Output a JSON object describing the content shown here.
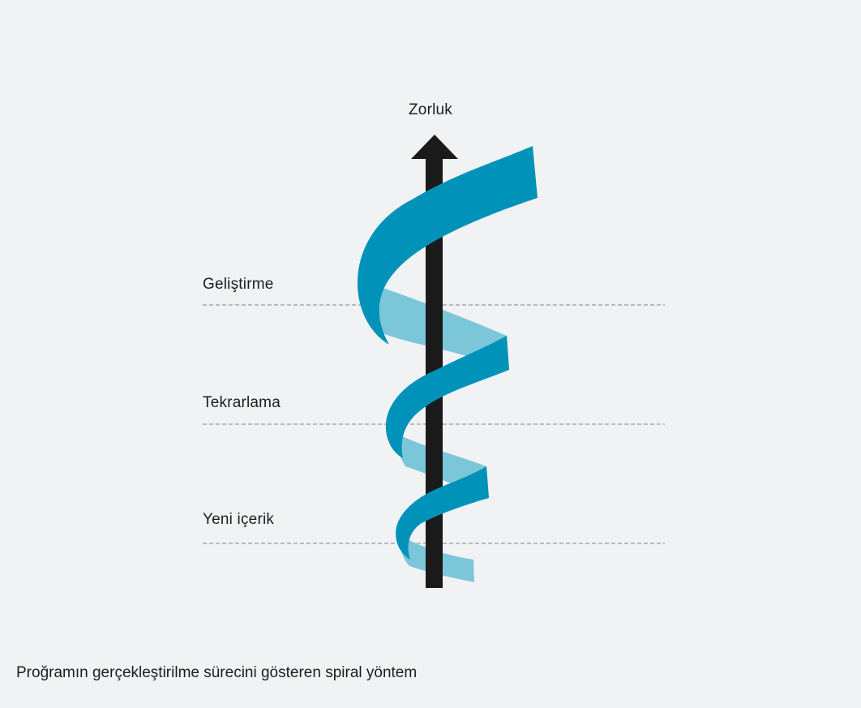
{
  "diagram": {
    "axis_label": "Zorluk",
    "levels": [
      {
        "label": "Geliştirme"
      },
      {
        "label": "Tekrarlama"
      },
      {
        "label": "Yeni içerik"
      }
    ],
    "colors": {
      "background": "#f1f2f4",
      "spiral_front": "#0092b8",
      "spiral_back": "#7cc6da",
      "axis": "#1a1a1a",
      "dashed_line": "#b8bcc2"
    }
  },
  "caption": "Proğramın gerçekleştirilme sürecini gösteren spiral yöntem"
}
